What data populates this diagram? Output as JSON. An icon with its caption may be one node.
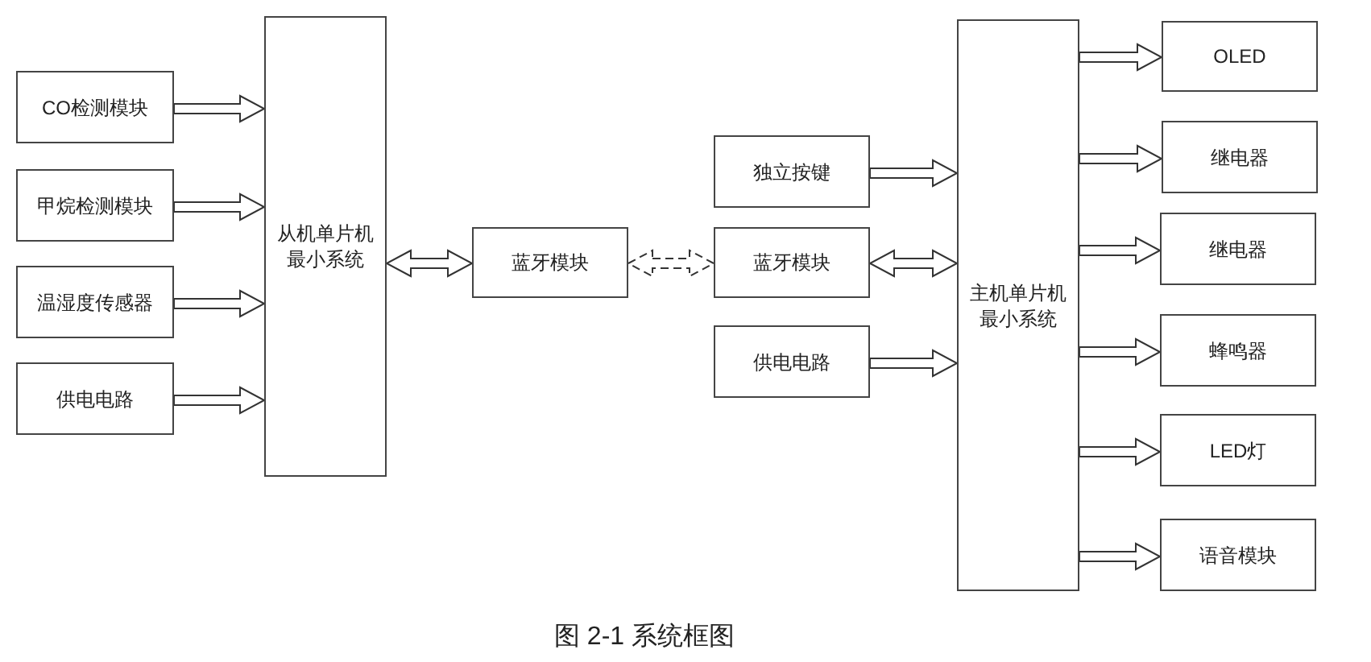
{
  "diagram": {
    "caption": "图 2-1 系统框图",
    "nodes": [
      {
        "text": [
          "CO检测模块"
        ]
      },
      {
        "text": [
          "甲烷检测模块"
        ]
      },
      {
        "text": [
          "温湿度传感器"
        ]
      },
      {
        "text": [
          "供电电路"
        ]
      },
      {
        "text": [
          "从机单片机最小系统"
        ]
      },
      {
        "text": [
          "蓝牙模块"
        ]
      },
      {
        "text": [
          "独立按键"
        ]
      },
      {
        "text": [
          "蓝牙模块"
        ]
      },
      {
        "text": [
          "供电电路"
        ]
      },
      {
        "text": [
          "主机单片机最小系统"
        ]
      },
      {
        "text": [
          "OLED"
        ]
      },
      {
        "text": [
          "继电器"
        ]
      },
      {
        "text": [
          "继电器"
        ]
      },
      {
        "text": [
          "蜂鸣器"
        ]
      },
      {
        "text": [
          "LED灯"
        ]
      },
      {
        "text": [
          "语音模块"
        ]
      }
    ],
    "edges": [
      {
        "from": 0,
        "to": 4,
        "arrow": "to"
      },
      {
        "from": 1,
        "to": 4,
        "arrow": "to"
      },
      {
        "from": 2,
        "to": 4,
        "arrow": "to"
      },
      {
        "from": 3,
        "to": 4,
        "arrow": "to"
      },
      {
        "from": 4,
        "to": 5,
        "arrow": "both"
      },
      {
        "from": 5,
        "to": 7,
        "arrow": "both",
        "style": "dashed"
      },
      {
        "from": 6,
        "to": 9,
        "arrow": "to"
      },
      {
        "from": 7,
        "to": 9,
        "arrow": "both"
      },
      {
        "from": 8,
        "to": 9,
        "arrow": "to"
      },
      {
        "from": 9,
        "to": 10,
        "arrow": "to"
      },
      {
        "from": 9,
        "to": 11,
        "arrow": "to"
      },
      {
        "from": 9,
        "to": 12,
        "arrow": "to"
      },
      {
        "from": 9,
        "to": 13,
        "arrow": "to"
      },
      {
        "from": 9,
        "to": 14,
        "arrow": "to"
      },
      {
        "from": 9,
        "to": 15,
        "arrow": "to"
      }
    ]
  }
}
